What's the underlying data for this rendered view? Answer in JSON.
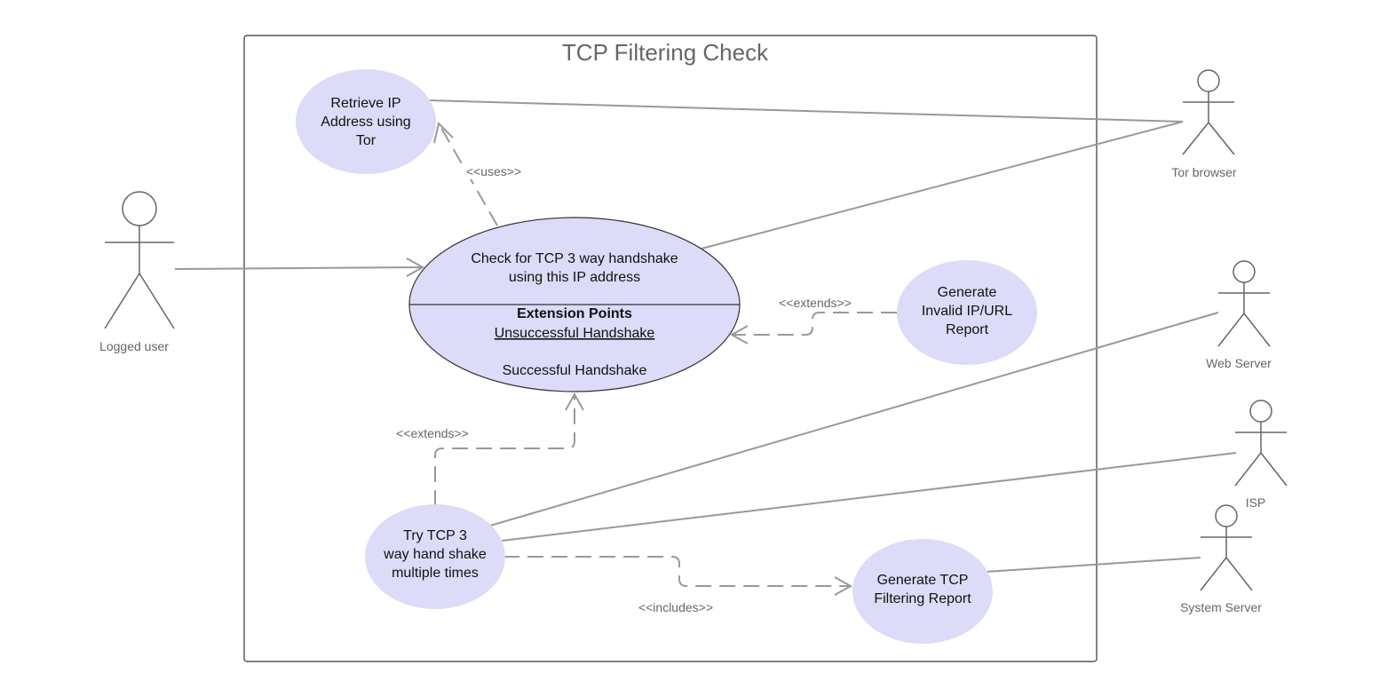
{
  "system": {
    "title": "TCP Filtering Check"
  },
  "colors": {
    "use_case_fill": "#dcdcf8",
    "line": "#999999",
    "boundary": "#333333",
    "text": "#111111",
    "label": "#666666"
  },
  "actors": {
    "logged_user": "Logged user",
    "tor_browser": "Tor browser",
    "web_server": "Web Server",
    "isp": "ISP",
    "system_server": "System Server"
  },
  "use_cases": {
    "retrieve_ip": [
      "Retrieve IP",
      "Address using",
      "Tor"
    ],
    "check_tcp": {
      "lines": [
        "Check for TCP 3 way handshake",
        "using this IP address"
      ],
      "extension_points_title": "Extension Points",
      "extension_points": [
        "Unsuccessful Handshake",
        "Successful Handshake"
      ]
    },
    "generate_invalid": [
      "Generate",
      "Invalid IP/URL",
      "Report"
    ],
    "try_tcp": [
      "Try TCP 3",
      "way hand shake",
      "multiple times"
    ],
    "generate_tcp_report": [
      "Generate TCP",
      "Filtering Report"
    ]
  },
  "relations": {
    "uses": "<<uses>>",
    "extends_invalid": "<<extends>>",
    "extends_try": "<<extends>>",
    "includes": "<<includes>>"
  }
}
